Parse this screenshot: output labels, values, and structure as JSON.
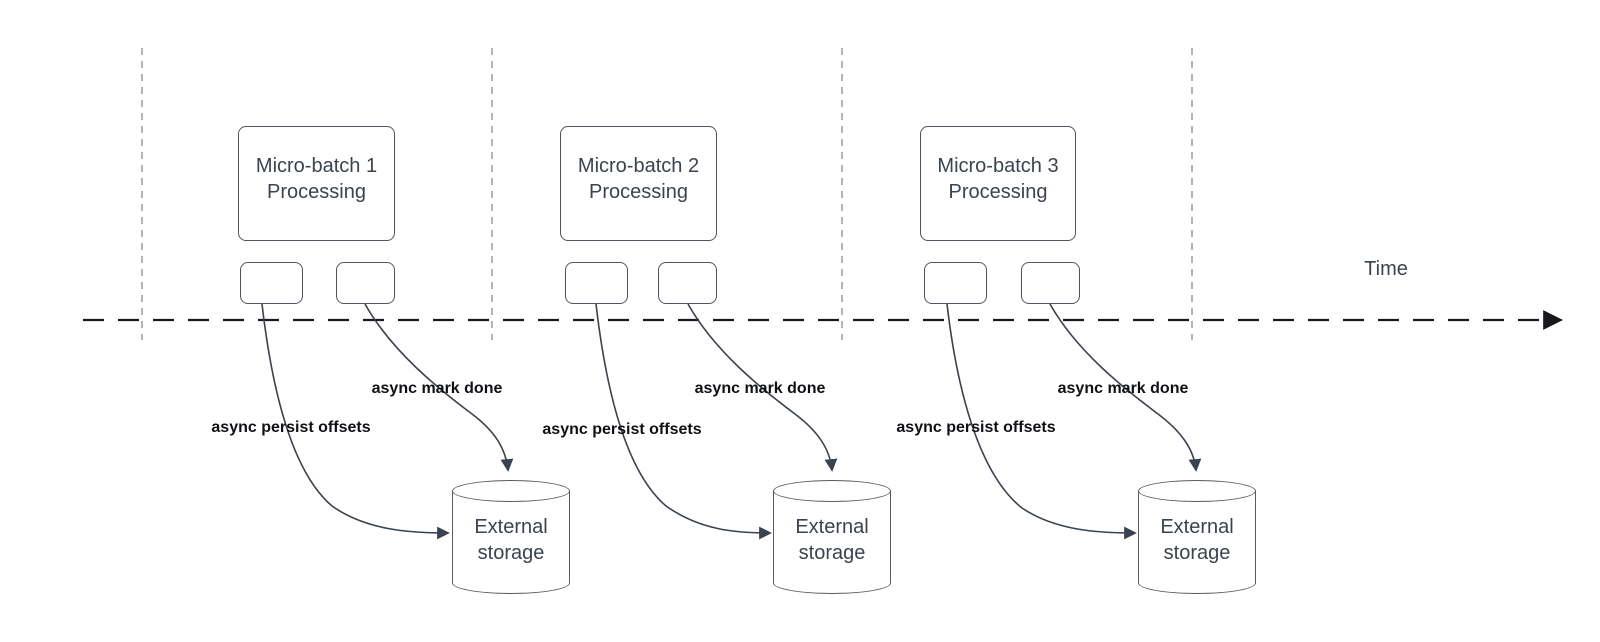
{
  "diagram": {
    "time_axis_label": "Time",
    "groups": [
      {
        "process_label_line1": "Micro-batch 1",
        "process_label_line2": "Processing",
        "persist_arrow_label": "async persist offsets",
        "done_arrow_label": "async mark done",
        "storage_label_line1": "External",
        "storage_label_line2": "storage"
      },
      {
        "process_label_line1": "Micro-batch 2",
        "process_label_line2": "Processing",
        "persist_arrow_label": "async persist offsets",
        "done_arrow_label": "async mark done",
        "storage_label_line1": "External",
        "storage_label_line2": "storage"
      },
      {
        "process_label_line1": "Micro-batch 3",
        "process_label_line2": "Processing",
        "persist_arrow_label": "async persist offsets",
        "done_arrow_label": "async mark done",
        "storage_label_line1": "External",
        "storage_label_line2": "storage"
      }
    ],
    "colors": {
      "background": "#ffffff",
      "shape_border": "#4d5560",
      "connector": "#3a424e",
      "timeline": "#17191c",
      "guide_line": "#9ea1a6",
      "shape_text": "#3b434e",
      "connector_label": "#101114"
    }
  }
}
